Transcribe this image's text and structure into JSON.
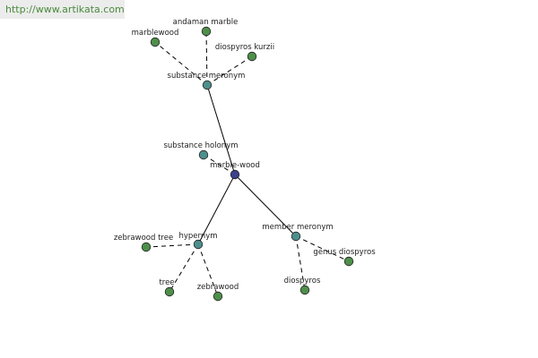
{
  "watermark": "http://www.artikata.com",
  "colors": {
    "leaf": "#4e8f4a",
    "relation": "#4d8f8c",
    "center": "#3a3f8f"
  },
  "nodes": {
    "center": "marble-wood",
    "substance_meronym": "substance meronym",
    "andaman_marble": "andaman marble",
    "marblewood": "marblewood",
    "diospyros_kurzii": "diospyros kurzii",
    "substance_holonym": "substance holonym",
    "hypernym": "hypernym",
    "zebrawood_tree": "zebrawood tree",
    "tree": "tree",
    "zebrawood": "zebrawood",
    "member_meronym": "member meronym",
    "genus_diospyros": "genus diospyros",
    "diospyros": "diospyros"
  }
}
